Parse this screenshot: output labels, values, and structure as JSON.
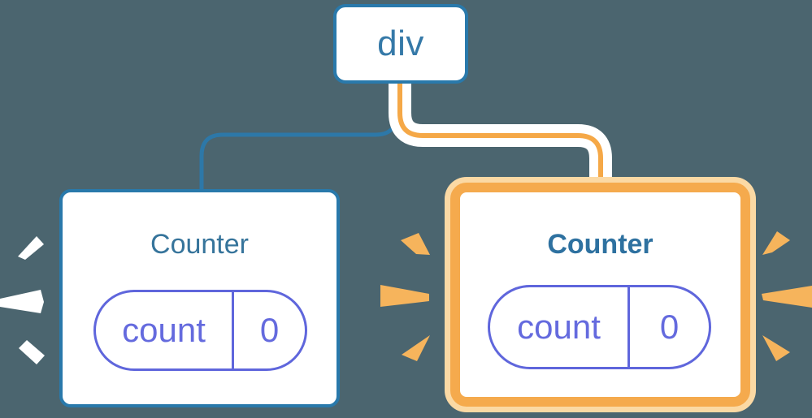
{
  "colors": {
    "background": "#4B656F",
    "node_blue": "#2979AB",
    "node_text_blue": "#3579A8",
    "title_left_blue": "#36749B",
    "title_right_blue": "#2E71A0",
    "pill_indigo": "#5F66DC",
    "pill_text_indigo": "#646ADE",
    "edge_blue": "#2D78A8",
    "edge_orange": "#F5A847",
    "edge_casing_white": "#FFFFFF",
    "card_orange_border": "#F5AA4D",
    "card_orange_glow": "#FBD9A4",
    "spark_orange": "#F6B45C",
    "spark_white": "#FFFFFF",
    "card_background": "#FFFFFF"
  },
  "tree": {
    "root": {
      "label": "div"
    },
    "children": [
      {
        "label": "Counter",
        "highlighted": false,
        "state": {
          "key": "count",
          "value": "0"
        }
      },
      {
        "label": "Counter",
        "highlighted": true,
        "state": {
          "key": "count",
          "value": "0"
        }
      }
    ]
  }
}
